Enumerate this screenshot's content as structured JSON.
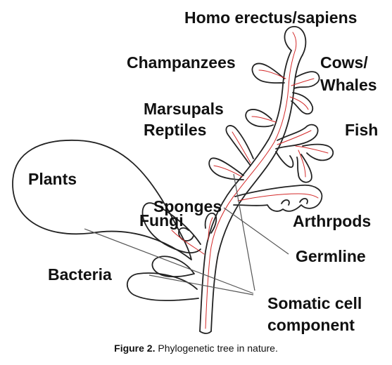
{
  "labels": {
    "homo": "Homo erectus/sapiens",
    "chimps": "Champanzees",
    "cows": "Cows/",
    "whales": "Whales",
    "marsupals": "Marsupals",
    "reptiles": "Reptiles",
    "fish": "Fish",
    "plants": "Plants",
    "sponges": "Sponges",
    "fungi": "Fungi",
    "arthropods": "Arthrpods",
    "germline": "Germline",
    "bacteria": "Bacteria",
    "somatic1": "Somatic cell",
    "somatic2": "component"
  },
  "caption": {
    "label": "Figure 2.",
    "text": " Phylogenetic tree in nature."
  },
  "colors": {
    "outline": "#222222",
    "germline": "#d42a2a",
    "text": "#111111"
  }
}
